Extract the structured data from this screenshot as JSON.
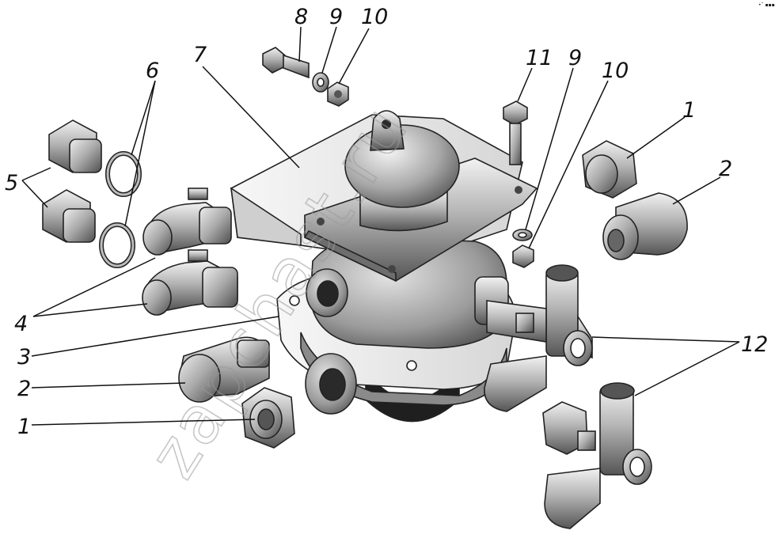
{
  "corner_mark": "•˘ ▪▪▪",
  "watermark": "zapchast.ru",
  "callouts": {
    "c1_right": "1",
    "c2_right": "2",
    "c1_left": "1",
    "c2_left": "2",
    "c3": "3",
    "c4": "4",
    "c5": "5",
    "c6": "6",
    "c7": "7",
    "c8": "8",
    "c9_top": "9",
    "c10_top": "10",
    "c11": "11",
    "c9_right": "9",
    "c10_right": "10",
    "c12": "12"
  }
}
